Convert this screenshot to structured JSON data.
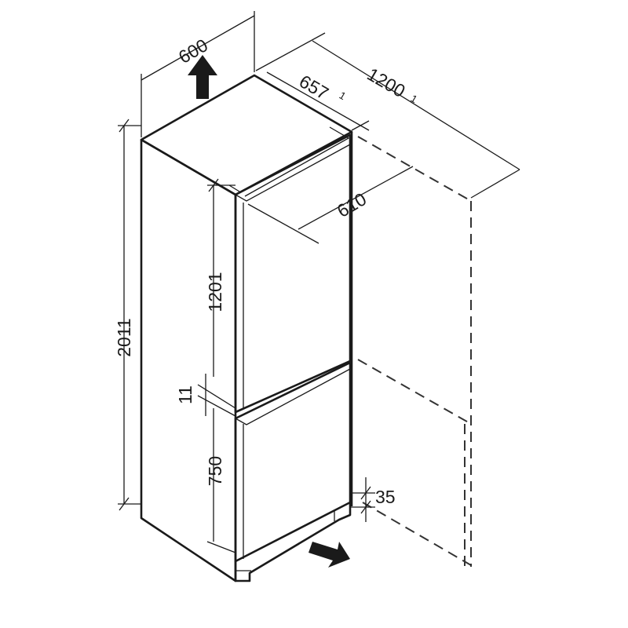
{
  "dimensions": {
    "overall_height": "2011",
    "width": "600",
    "depth_door_open": "657",
    "depth_door_open_note": "1",
    "total_depth_door_open": "1200",
    "total_depth_door_open_note": "1",
    "depth": "610",
    "fridge_door_height": "1201",
    "door_gap": "11",
    "freezer_door_height": "750",
    "plinth_height": "35"
  },
  "icons": {
    "airflow_out": "arrow-up-icon",
    "airflow_in": "arrow-right-icon"
  },
  "colors": {
    "line": "#1a1a1a",
    "background": "#ffffff"
  }
}
